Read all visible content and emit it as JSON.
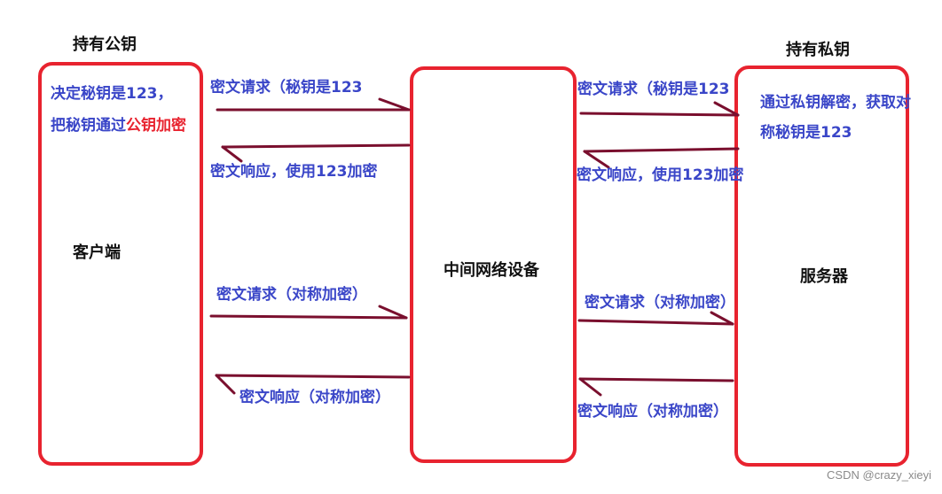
{
  "headers": {
    "client_side": "持有公钥",
    "server_side": "持有私钥"
  },
  "boxes": {
    "client": "客户端",
    "middle": "中间网络设备",
    "server": "服务器"
  },
  "client_note": {
    "line1": "决定秘钥是123，",
    "line2_prefix": "把秘钥通过",
    "line2_highlight": "公钥加密"
  },
  "server_note": {
    "line1": "通过私钥解密，获取对",
    "line2": "称秘钥是123"
  },
  "messages": {
    "req_key_left": "密文请求（秘钥是123",
    "resp_123_left": "密文响应，使用123加密",
    "req_sym_left": "密文请求（对称加密）",
    "resp_sym_left": "密文响应（对称加密）",
    "req_key_right": "密文请求（秘钥是123",
    "resp_123_right": "密文响应，使用123加密",
    "req_sym_right": "密文请求（对称加密）",
    "resp_sym_right": "密文响应（对称加密）"
  },
  "colors": {
    "box_border": "#e8232f",
    "arrow": "#7a0f2e",
    "annotation_text": "#3a46c8"
  },
  "watermark": "CSDN @crazy_xieyi"
}
